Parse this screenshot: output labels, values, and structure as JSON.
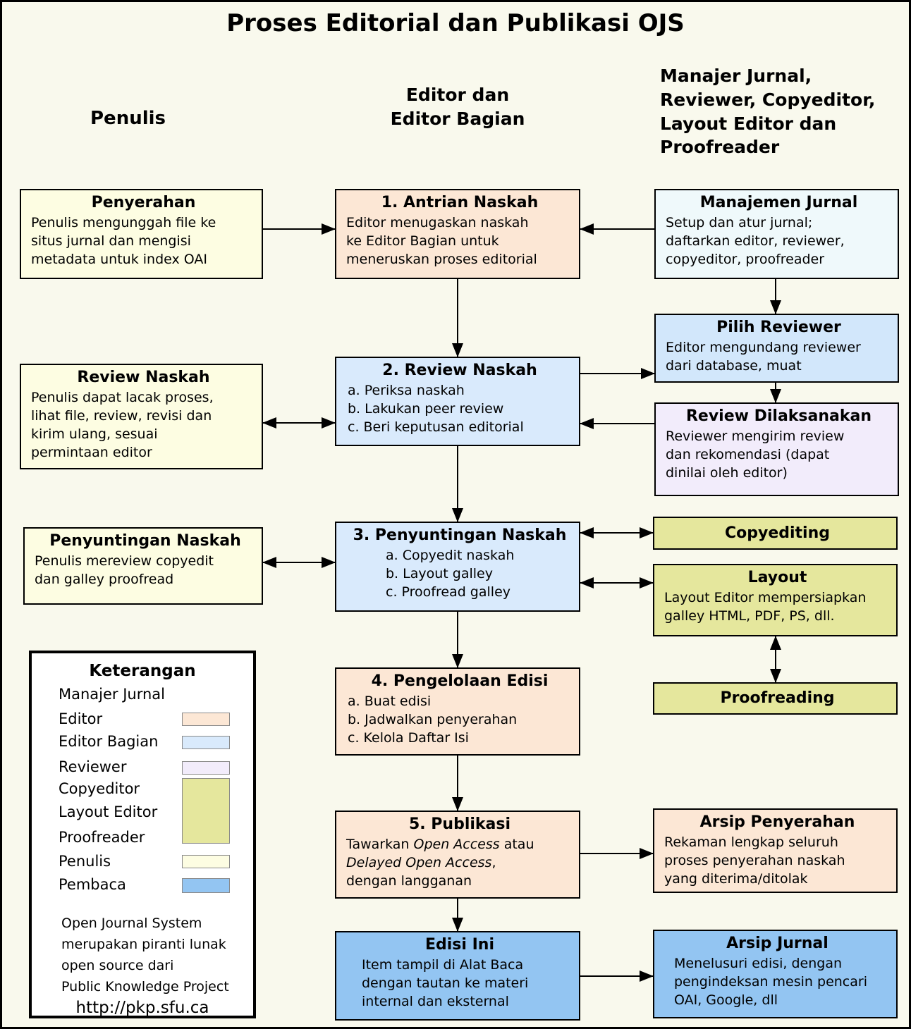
{
  "title": "Proses Editorial dan Publikasi OJS",
  "columns": {
    "penulis": "Penulis",
    "editor": "Editor dan\nEditor Bagian",
    "manajer": "Manajer Jurnal,\nReviewer, Copyeditor,\nLayout Editor dan\nProofreader"
  },
  "colors": {
    "background": "#f9f9ed",
    "editor_peach": "#fce7d5",
    "editor_bagian_blue": "#d9eafc",
    "pilih_blue": "#d2e7fb",
    "manajer_cyan": "#eff9fb",
    "reviewer_lavender": "#f2ecfb",
    "olive_green": "#e5e79d",
    "penulis_yellow": "#fdfde2",
    "pembaca_blue": "#93c5f2",
    "legend_white": "#ffffff"
  },
  "boxes": {
    "penyerahan": {
      "title": "Penyerahan",
      "body": "Penulis mengunggah file ke\nsitus jurnal dan mengisi\nmetadata untuk index OAI",
      "color": "#fdfde2"
    },
    "antrian": {
      "title": "1. Antrian Naskah",
      "body": "Editor menugaskan naskah\nke Editor Bagian untuk\nmeneruskan proses editorial",
      "color": "#fce7d5"
    },
    "manajemen": {
      "title": "Manajemen Jurnal",
      "body": "Setup dan atur jurnal;\ndaftarkan editor, reviewer,\ncopyeditor, proofreader",
      "color": "#eff9fb"
    },
    "pilih_reviewer": {
      "title": "Pilih Reviewer",
      "body": "Editor mengundang reviewer\ndari database, muat",
      "color": "#d2e7fb"
    },
    "review_naskah_penulis": {
      "title": "Review Naskah",
      "body": "Penulis dapat lacak proses,\nlihat file, review, revisi dan\nkirim ulang, sesuai\npermintaan editor",
      "color": "#fdfde2"
    },
    "review_naskah": {
      "title": "2. Review Naskah",
      "items": [
        "a. Periksa naskah",
        "b. Lakukan peer review",
        "c. Beri keputusan editorial"
      ],
      "color": "#d9eafc"
    },
    "review_dilaksanakan": {
      "title": "Review Dilaksanakan",
      "body": "Reviewer mengirim review\ndan rekomendasi (dapat\ndinilai oleh editor)",
      "color": "#f2ecfb"
    },
    "penyuntingan_penulis": {
      "title": "Penyuntingan Naskah",
      "body": "Penulis mereview copyedit\ndan galley proofread",
      "color": "#fdfde2"
    },
    "penyuntingan": {
      "title": "3. Penyuntingan Naskah",
      "items": [
        "a. Copyedit naskah",
        "b. Layout galley",
        "c. Proofread galley"
      ],
      "color": "#d9eafc"
    },
    "copyediting": {
      "title": "Copyediting",
      "color": "#e5e79d"
    },
    "layout": {
      "title": "Layout",
      "body": "Layout Editor mempersiapkan\ngalley HTML, PDF, PS, dll.",
      "color": "#e5e79d"
    },
    "pengelolaan": {
      "title": "4. Pengelolaan Edisi",
      "items": [
        "a. Buat edisi",
        "b. Jadwalkan penyerahan",
        "c. Kelola Daftar Isi"
      ],
      "color": "#fce7d5"
    },
    "proofreading": {
      "title": "Proofreading",
      "color": "#e5e79d"
    },
    "publikasi": {
      "title": "5. Publikasi",
      "part1": "Tawarkan ",
      "italic1": "Open Access",
      "part2": " atau",
      "italic2": "Delayed Open Access",
      "part3": ",",
      "part4": "dengan langganan",
      "color": "#fce7d5"
    },
    "arsip_penyerahan": {
      "title": "Arsip Penyerahan",
      "body": "Rekaman lengkap seluruh\nproses penyerahan naskah\nyang diterima/ditolak",
      "color": "#fce7d5"
    },
    "edisi_ini": {
      "title": "Edisi Ini",
      "body": "Item tampil di Alat Baca\ndengan tautan ke materi\ninternal dan eksternal",
      "color": "#93c5f2"
    },
    "arsip_jurnal": {
      "title": "Arsip Jurnal",
      "body": "Menelusuri edisi, dengan\npengindeksan mesin pencari\nOAI, Google, dll",
      "color": "#93c5f2"
    }
  },
  "legend": {
    "title": "Keterangan",
    "items": [
      {
        "label": "Manajer Jurnal",
        "color": "#ffffff"
      },
      {
        "label": "Editor",
        "color": "#fce7d5"
      },
      {
        "label": "Editor Bagian",
        "color": "#d9eafc"
      },
      {
        "label": "Reviewer",
        "color": "#f2ecfb"
      },
      {
        "label": "Copyeditor",
        "color": "#e5e79d"
      },
      {
        "label": "Layout Editor",
        "color": "#e5e79d"
      },
      {
        "label": "Proofreader",
        "color": "#e5e79d"
      },
      {
        "label": "Penulis",
        "color": "#fdfde2"
      },
      {
        "label": "Pembaca",
        "color": "#93c5f2"
      }
    ],
    "note": "Open Journal System\nmerupakan piranti lunak\nopen source dari\nPublic Knowledge Project",
    "url": "http://pkp.sfu.ca"
  }
}
